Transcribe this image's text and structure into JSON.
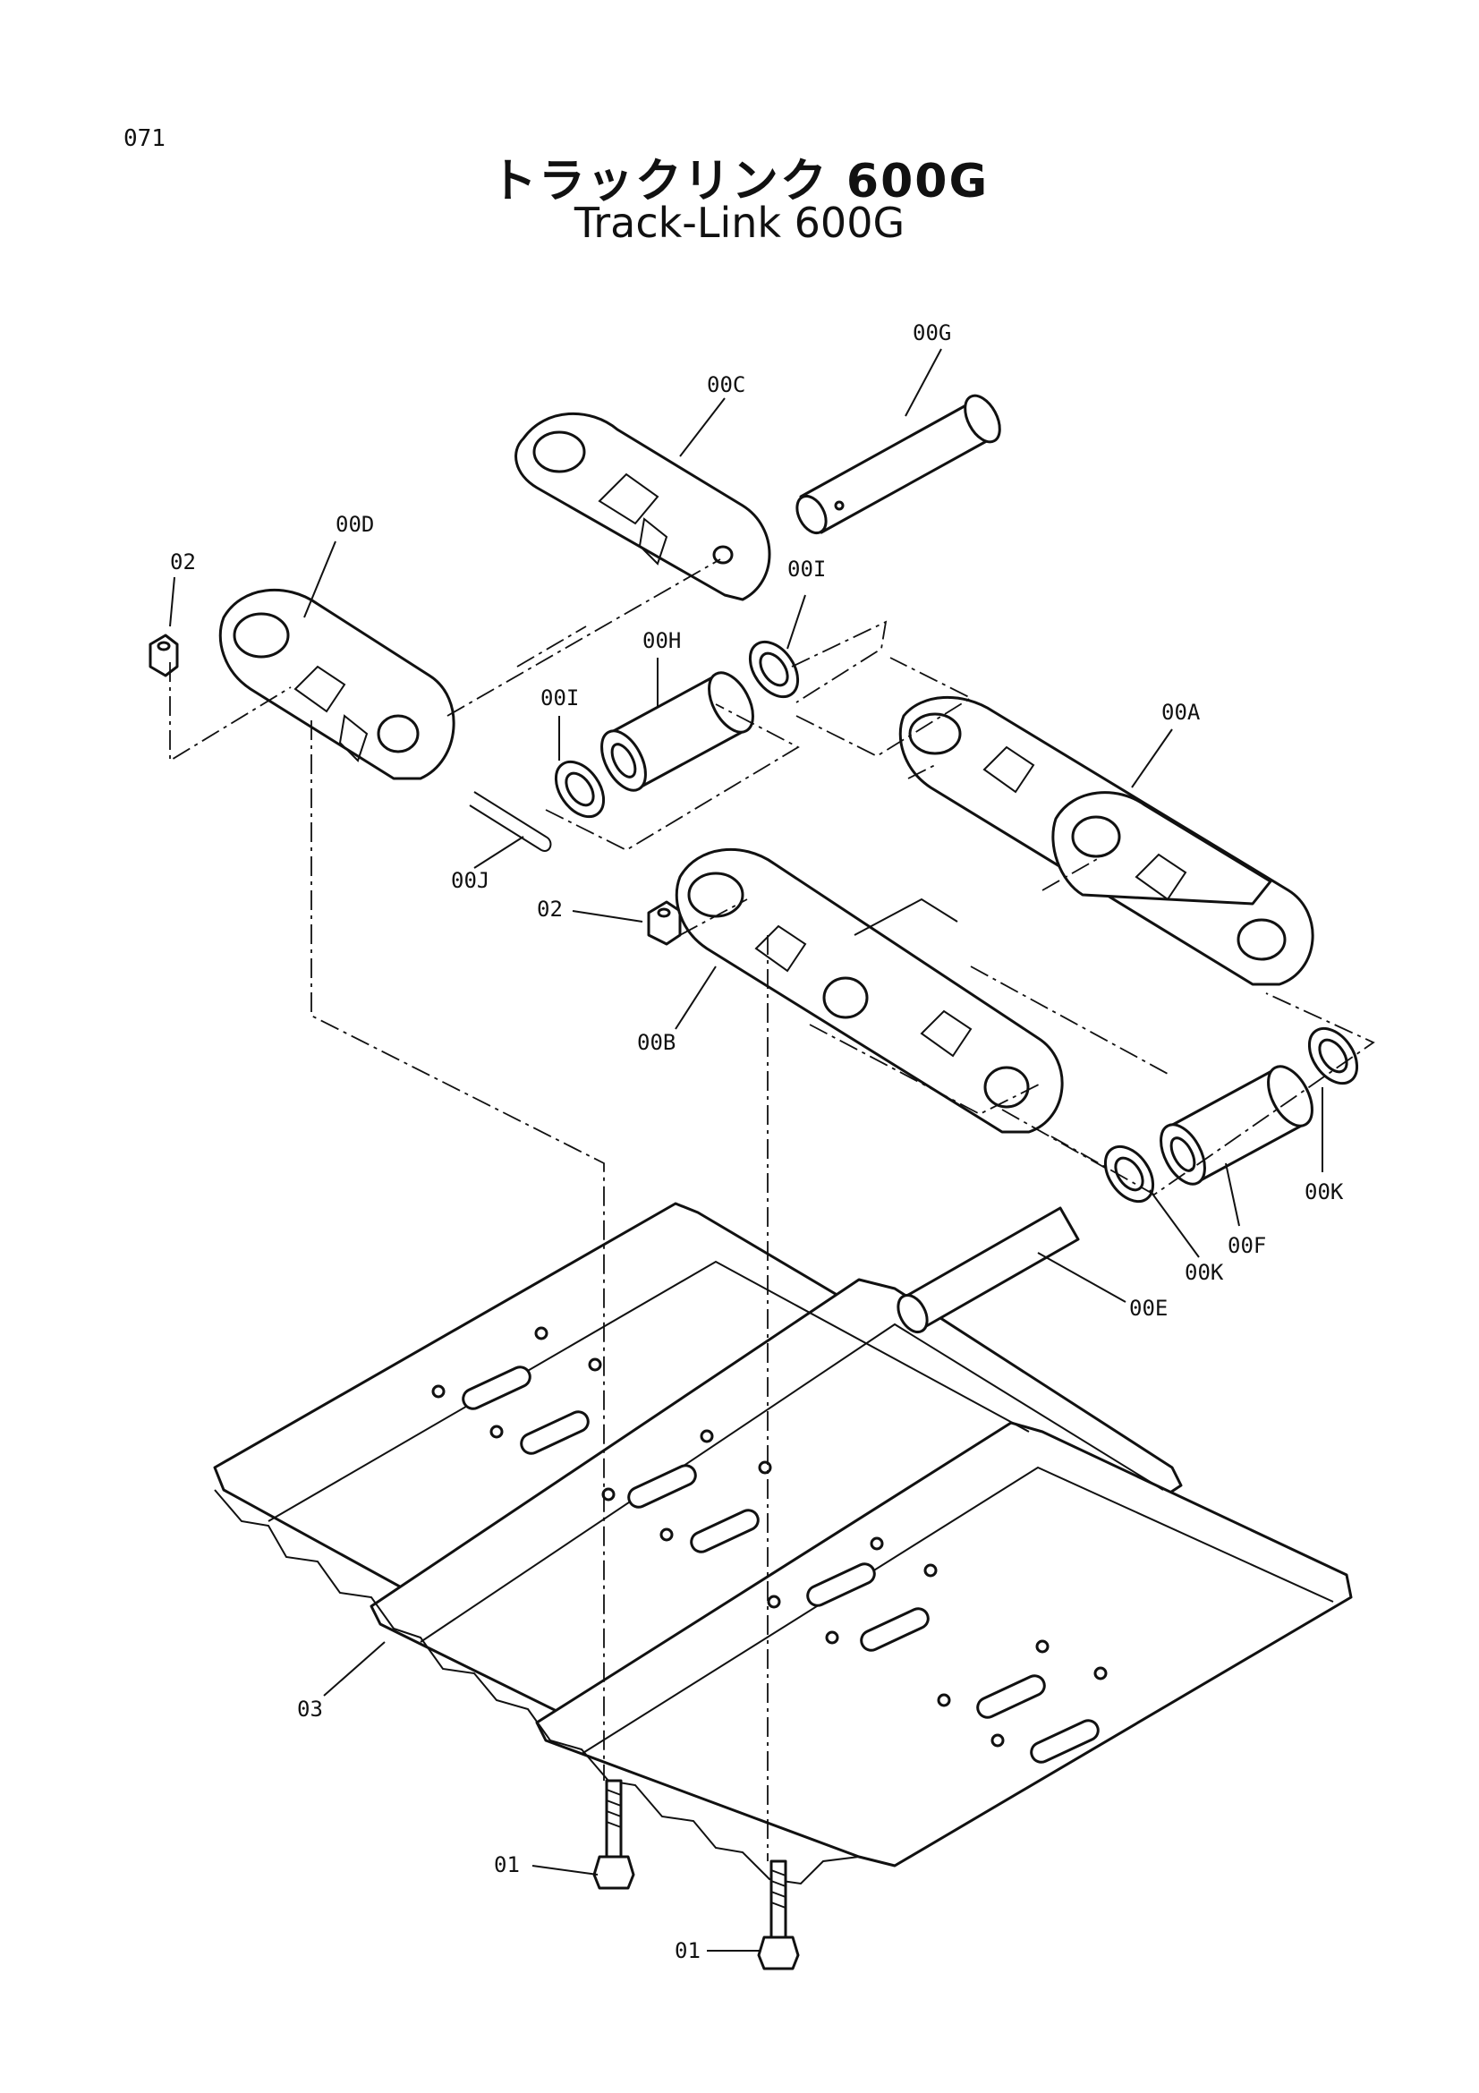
{
  "page_number": "071",
  "title_ja": "トラックリンク 600G",
  "title_en": "Track-Link 600G",
  "callouts": [
    {
      "id": "00G",
      "text": "00G"
    },
    {
      "id": "00C",
      "text": "00C"
    },
    {
      "id": "00D",
      "text": "00D"
    },
    {
      "id": "02a",
      "text": "02"
    },
    {
      "id": "00I-right",
      "text": "00I"
    },
    {
      "id": "00H",
      "text": "00H"
    },
    {
      "id": "00I-left",
      "text": "00I"
    },
    {
      "id": "00A",
      "text": "00A"
    },
    {
      "id": "00J",
      "text": "00J"
    },
    {
      "id": "02b",
      "text": "02"
    },
    {
      "id": "00B",
      "text": "00B"
    },
    {
      "id": "00K-right",
      "text": "00K"
    },
    {
      "id": "00F",
      "text": "00F"
    },
    {
      "id": "00K-left",
      "text": "00K"
    },
    {
      "id": "00E",
      "text": "00E"
    },
    {
      "id": "03",
      "text": "03"
    },
    {
      "id": "01a",
      "text": "01"
    },
    {
      "id": "01b",
      "text": "01"
    }
  ]
}
